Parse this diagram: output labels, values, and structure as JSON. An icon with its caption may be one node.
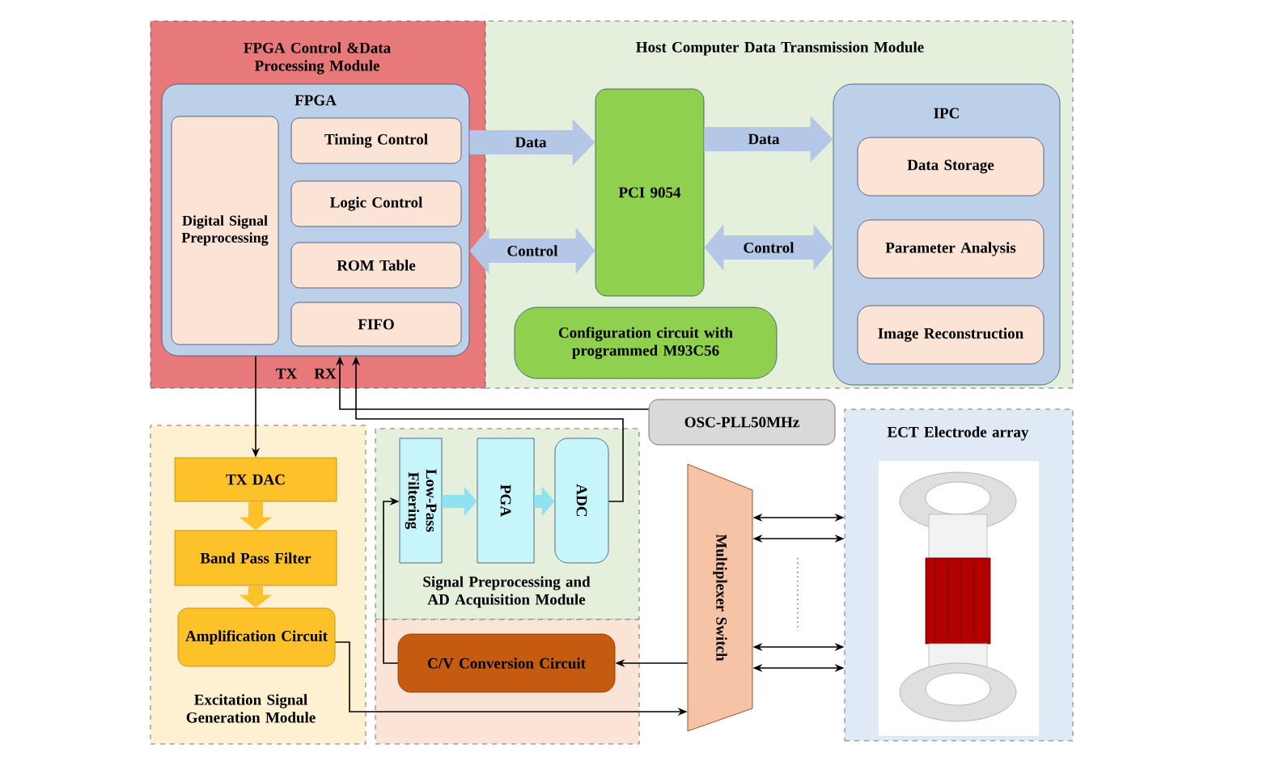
{
  "diagram": {
    "nodes": [
      {
        "text": [
          "FPGA Control &Data Processing Module"
        ]
      },
      {
        "text": [
          "Host Computer Data Transmission Module"
        ]
      },
      {
        "text": [
          "FPGA"
        ],
        "in": 0
      },
      {
        "text": [
          "Digital Signal Preprocessing"
        ],
        "in": 2
      },
      {
        "text": [
          "Timing Control"
        ],
        "in": 2
      },
      {
        "text": [
          "Logic Control"
        ],
        "in": 2
      },
      {
        "text": [
          "ROM Table"
        ],
        "in": 2
      },
      {
        "text": [
          "FIFO"
        ],
        "in": 2
      },
      {
        "text": [
          "PCI 9054"
        ],
        "in": 1
      },
      {
        "text": [
          "Configuration circuit with programmed M93C56"
        ],
        "in": 1
      },
      {
        "text": [
          "IPC"
        ],
        "in": 1
      },
      {
        "text": [
          "Data Storage"
        ],
        "in": 10
      },
      {
        "text": [
          "Parameter Analysis"
        ],
        "in": 10
      },
      {
        "text": [
          "Image Reconstruction"
        ],
        "in": 10
      },
      {
        "text": [
          "OSC-PLL50MHz"
        ]
      },
      {
        "text": [
          "Excitation Signal Generation Module"
        ]
      },
      {
        "text": [
          "TX DAC"
        ],
        "in": 15
      },
      {
        "text": [
          "Band Pass Filter"
        ],
        "in": 15
      },
      {
        "text": [
          "Amplification Circuit"
        ],
        "in": 15
      },
      {
        "text": [
          "Signal Preprocessing and AD Acquisition Module"
        ]
      },
      {
        "text": [
          "Low-Pass Filtering"
        ],
        "in": 19
      },
      {
        "text": [
          "PGA"
        ],
        "in": 19
      },
      {
        "text": [
          "ADC"
        ],
        "in": 19
      },
      {
        "text": [],
        "shape": "box"
      },
      {
        "text": [
          "C/V Conversion Circuit"
        ],
        "in": 23
      },
      {
        "text": [
          "Multiplexer Switch"
        ]
      },
      {
        "text": [
          "ECT Electrode array"
        ]
      }
    ],
    "edges": [
      {
        "from": 2,
        "to": 8,
        "arrow": "to",
        "label": "Data",
        "style": "thick",
        "color": "#b4c7e7"
      },
      {
        "from": 2,
        "to": 8,
        "arrow": "both",
        "label": "Control",
        "style": "thick",
        "color": "#b4c7e7"
      },
      {
        "from": 8,
        "to": 10,
        "arrow": "to",
        "label": "Data",
        "style": "thick",
        "color": "#b4c7e7"
      },
      {
        "from": 8,
        "to": 10,
        "arrow": "both",
        "label": "Control",
        "style": "thick",
        "color": "#b4c7e7"
      },
      {
        "from": 2,
        "to": 16,
        "arrow": "to"
      },
      {
        "from": 14,
        "to": 2,
        "arrow": "to"
      },
      {
        "from": 22,
        "to": 2,
        "arrow": "to"
      },
      {
        "from": 16,
        "to": 17,
        "arrow": "to",
        "style": "thick",
        "color": "#fdc12a"
      },
      {
        "from": 17,
        "to": 18,
        "arrow": "to",
        "style": "thick",
        "color": "#fdc12a"
      },
      {
        "from": 18,
        "to": 25,
        "arrow": "to"
      },
      {
        "from": 25,
        "to": 24,
        "arrow": "to"
      },
      {
        "from": 24,
        "to": 20,
        "arrow": "to"
      },
      {
        "from": 20,
        "to": 21,
        "arrow": "to",
        "style": "thick",
        "color": "#8fe3f0"
      },
      {
        "from": 21,
        "to": 22,
        "arrow": "to",
        "style": "thick",
        "color": "#8fe3f0"
      },
      {
        "from": 25,
        "to": 26,
        "arrow": "both"
      },
      {
        "from": 25,
        "to": 26,
        "arrow": "both"
      },
      {
        "from": 25,
        "to": 26,
        "arrow": "both"
      },
      {
        "from": 25,
        "to": 26,
        "arrow": "both"
      }
    ],
    "labels": [
      "TX",
      "RX"
    ]
  }
}
